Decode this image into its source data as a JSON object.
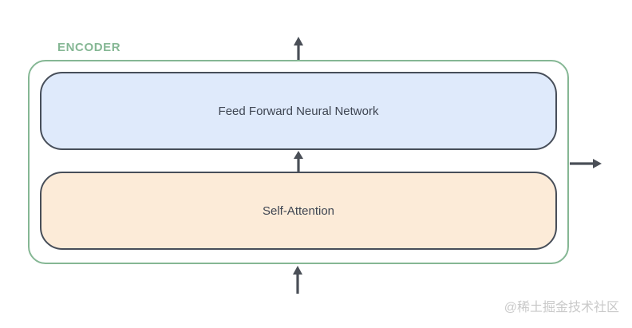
{
  "diagram": {
    "encoder_label": "ENCODER",
    "layers": [
      {
        "label": "Feed Forward Neural Network"
      },
      {
        "label": "Self-Attention"
      }
    ],
    "arrows": [
      "output-arrow-up-top",
      "inter-layer-arrow-up",
      "input-arrow-up-bottom",
      "side-output-arrow-right"
    ]
  },
  "watermark": "@稀土掘金技术社区",
  "colors": {
    "encoder-green": "#85b794",
    "ffn-fill": "#dfeafb",
    "attention-fill": "#fcebd8",
    "box-border": "#474e59",
    "arrow": "#4a4f57",
    "label-text": "#3e4552",
    "watermark-text": "#c9c9c9",
    "background": "#ffffff"
  }
}
